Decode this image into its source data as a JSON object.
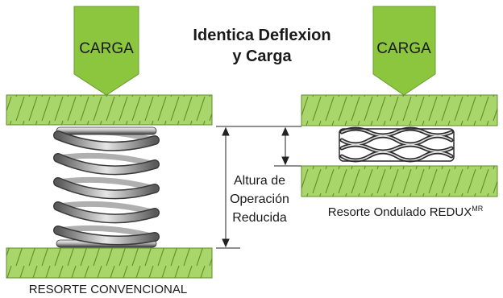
{
  "title": {
    "line1": "Identica Deflexion",
    "line2": "y Carga"
  },
  "left": {
    "load_label": "CARGA",
    "caption": "RESORTE CONVENCIONAL"
  },
  "right": {
    "load_label": "CARGA",
    "caption": "Resorte Ondulado REDUX",
    "caption_superscript": "MR"
  },
  "height_note": {
    "line1": "Altura de",
    "line2": "Operación",
    "line3": "Reducida"
  },
  "colors": {
    "load_arrow": "#8cc63f",
    "load_arrow_stroke": "#6a9a2e",
    "plate_fill": "#a8d66a",
    "plate_stroke": "#5f8c2a",
    "spring_metal": "#9a9a9a",
    "wave_spring_dark": "#2b2b2b"
  }
}
